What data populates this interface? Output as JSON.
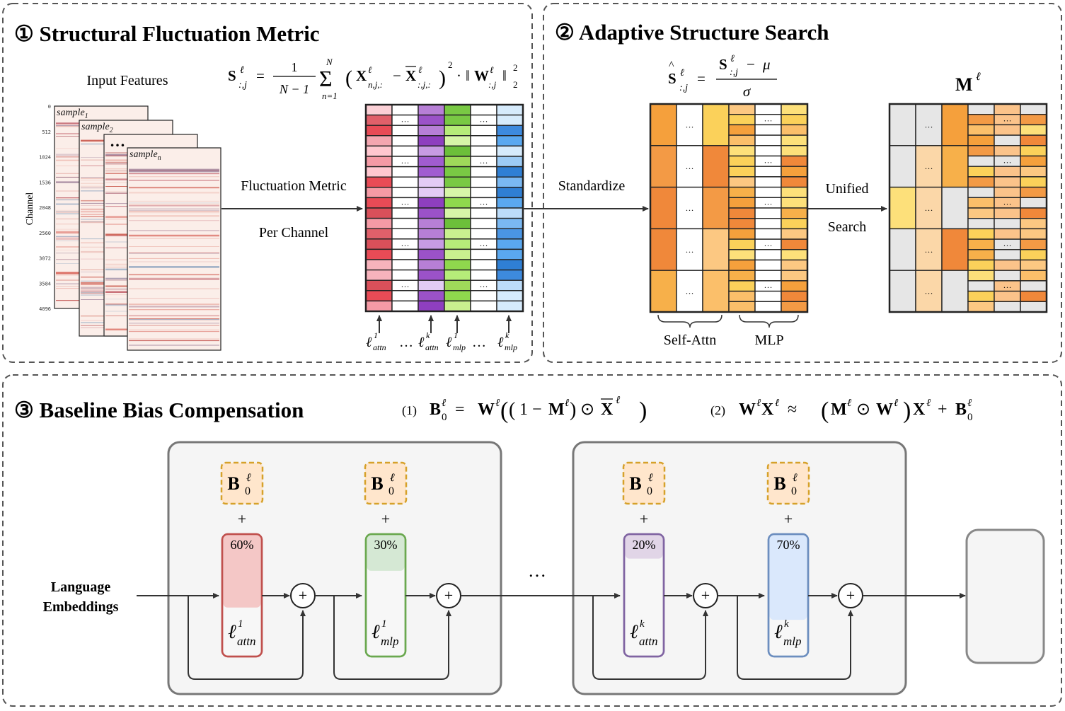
{
  "panel1": {
    "title": "① Structural Fluctuation Metric",
    "input_label": "Input Features",
    "samples": [
      "sample",
      "sample",
      "sample"
    ],
    "sample_subs": [
      "1",
      "2",
      "n"
    ],
    "dots": "…",
    "axis_label": "Channel",
    "ticks": [
      "0",
      "512",
      "1024",
      "1536",
      "2048",
      "2560",
      "3072",
      "3584",
      "4096"
    ],
    "arrow_label_1": "Fluctuation Metric",
    "arrow_label_2": "Per Channel",
    "formula": "S^ℓ_{:,j} = 1/(N−1) Σ_{n=1}^{N} (X^ℓ_{n,j,:} − X̄^ℓ_{:,j,:})² · ‖W^ℓ_{:,j}‖²₂",
    "col_labels": [
      "ℓ",
      "ℓ",
      "ℓ"
    ],
    "col_supers": [
      "1",
      "k",
      "1",
      "k"
    ],
    "col_subs": [
      "attn",
      "attn",
      "mlp",
      "mlp"
    ]
  },
  "panel2": {
    "title": "② Adaptive Structure Search",
    "formula": "Ŝ^ℓ_{:,j} = (S^ℓ_{:,j} − μ) / σ",
    "mask_label": "M",
    "mask_sup": "ℓ",
    "arrow_label_1": "Standardize",
    "arrow_label_2": "Unified",
    "arrow_label_3": "Search",
    "brace_labels": [
      "Self-Attn",
      "MLP"
    ]
  },
  "panel3": {
    "title": "③ Baseline Bias Compensation",
    "eq1_num": "(1)",
    "eq1": "B^ℓ_0 = W^ℓ((1 − M^ℓ) ⊙ X̄^ℓ)",
    "eq2_num": "(2)",
    "eq2": "W^ℓX^ℓ ≈ (M^ℓ ⊙ W^ℓ)X^ℓ + B^ℓ_0",
    "input_label": [
      "Language",
      "Embeddings"
    ],
    "ellipsis": "…",
    "plus": "+",
    "bias_label": "B",
    "bias_sub": "0",
    "bias_sup": "ℓ",
    "blocks": [
      {
        "percent": "60%",
        "fraction": 0.6,
        "sup": "1",
        "sub": "attn",
        "color": "#c0504d",
        "fill": "#f4c7c6"
      },
      {
        "percent": "30%",
        "fraction": 0.3,
        "sup": "1",
        "sub": "mlp",
        "color": "#6aa84f",
        "fill": "#d5e8d4"
      },
      {
        "percent": "20%",
        "fraction": 0.2,
        "sup": "k",
        "sub": "attn",
        "color": "#8064a2",
        "fill": "#e1d5e7"
      },
      {
        "percent": "70%",
        "fraction": 0.7,
        "sup": "k",
        "sub": "mlp",
        "color": "#6c8ebf",
        "fill": "#dae8fc"
      }
    ]
  },
  "colors": {
    "border_dash": "#555555",
    "block_bg": "#f5f5f5",
    "bias_fill": "#ffe6cc",
    "bias_stroke": "#d6a12a",
    "arrow": "#333333"
  }
}
